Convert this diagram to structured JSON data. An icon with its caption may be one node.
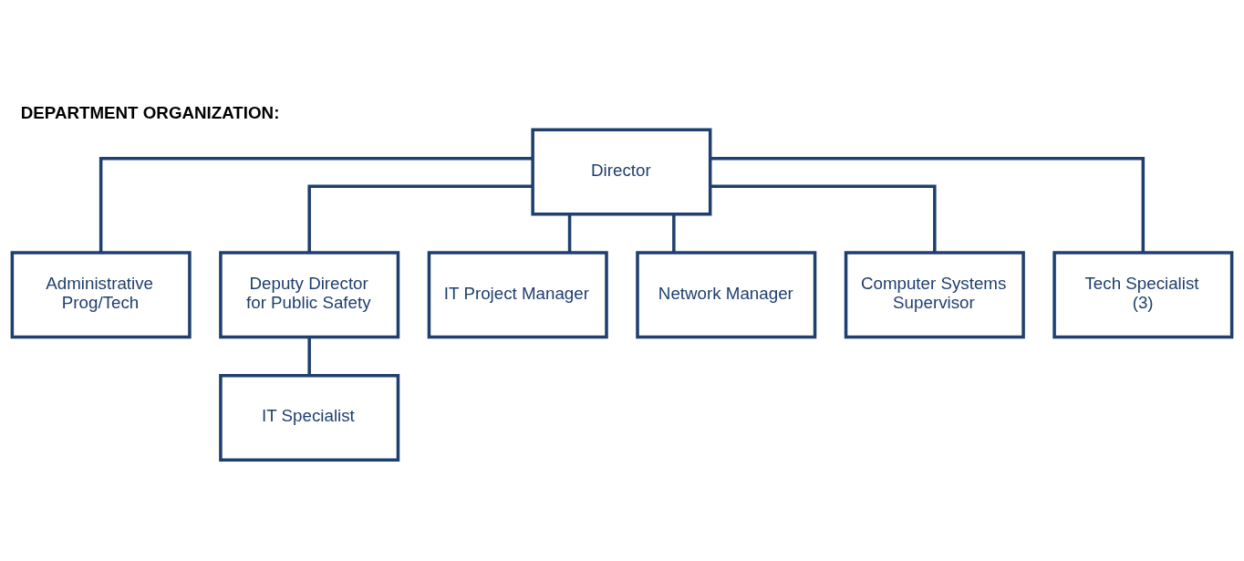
{
  "diagram": {
    "title": "DEPARTMENT ORGANIZATION:",
    "nodes": [
      {
        "text": [
          "Director"
        ]
      },
      {
        "text": [
          "Administrative Prog/Tech"
        ]
      },
      {
        "text": [
          "Deputy Director for Public Safety"
        ]
      },
      {
        "text": [
          "IT Project Manager"
        ]
      },
      {
        "text": [
          "Network Manager"
        ]
      },
      {
        "text": [
          "Computer Systems Supervisor"
        ]
      },
      {
        "text": [
          "Tech Specialist (3)"
        ]
      },
      {
        "text": [
          "IT Specialist"
        ]
      }
    ],
    "edges": [
      {
        "from": 0,
        "to": 1,
        "arrow": "none"
      },
      {
        "from": 0,
        "to": 2,
        "arrow": "none"
      },
      {
        "from": 0,
        "to": 3,
        "arrow": "none"
      },
      {
        "from": 0,
        "to": 4,
        "arrow": "none"
      },
      {
        "from": 0,
        "to": 5,
        "arrow": "none"
      },
      {
        "from": 0,
        "to": 6,
        "arrow": "none"
      },
      {
        "from": 2,
        "to": 7,
        "arrow": "none"
      }
    ]
  }
}
